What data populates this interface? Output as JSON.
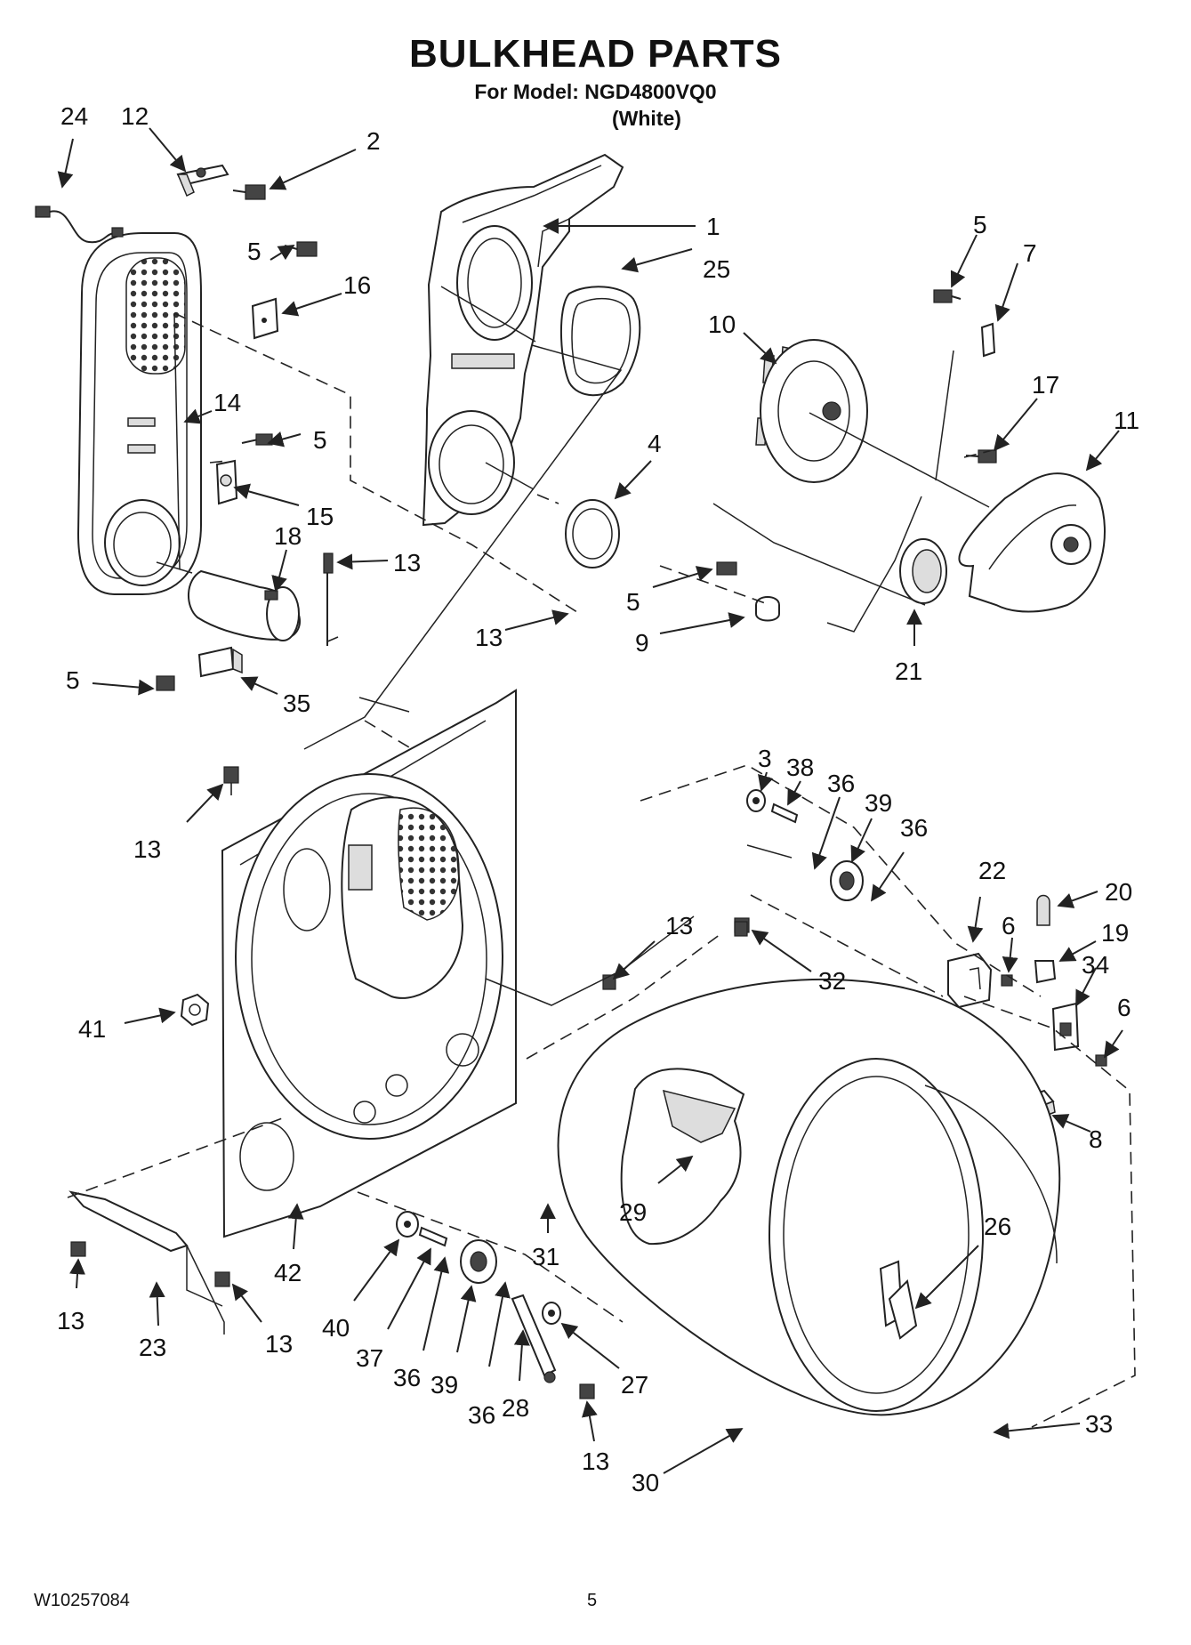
{
  "header": {
    "title": "BULKHEAD PARTS",
    "model_line": "For Model: NGD4800VQ0",
    "color_line": "(White)"
  },
  "footer": {
    "doc_number": "W10257084",
    "page_number": "5"
  },
  "callouts": [
    {
      "id": "c24a",
      "label": "24"
    },
    {
      "id": "c12",
      "label": "12"
    },
    {
      "id": "c2",
      "label": "2"
    },
    {
      "id": "c1",
      "label": "1"
    },
    {
      "id": "c25",
      "label": "25"
    },
    {
      "id": "c5a",
      "label": "5"
    },
    {
      "id": "c16",
      "label": "16"
    },
    {
      "id": "c14",
      "label": "14"
    },
    {
      "id": "c5b",
      "label": "5"
    },
    {
      "id": "c15",
      "label": "15"
    },
    {
      "id": "c18",
      "label": "18"
    },
    {
      "id": "c13a",
      "label": "13"
    },
    {
      "id": "c13b",
      "label": "13"
    },
    {
      "id": "c5c",
      "label": "5"
    },
    {
      "id": "c35",
      "label": "35"
    },
    {
      "id": "c4",
      "label": "4"
    },
    {
      "id": "c10",
      "label": "10"
    },
    {
      "id": "c5d",
      "label": "5"
    },
    {
      "id": "c7",
      "label": "7"
    },
    {
      "id": "c17",
      "label": "17"
    },
    {
      "id": "c11",
      "label": "11"
    },
    {
      "id": "c5e",
      "label": "5"
    },
    {
      "id": "c9",
      "label": "9"
    },
    {
      "id": "c21",
      "label": "21"
    },
    {
      "id": "c13c",
      "label": "13"
    },
    {
      "id": "c3",
      "label": "3"
    },
    {
      "id": "c38",
      "label": "38"
    },
    {
      "id": "c36a",
      "label": "36"
    },
    {
      "id": "c39a",
      "label": "39"
    },
    {
      "id": "c36b",
      "label": "36"
    },
    {
      "id": "c22",
      "label": "22"
    },
    {
      "id": "c20",
      "label": "20"
    },
    {
      "id": "c6a",
      "label": "6"
    },
    {
      "id": "c19",
      "label": "19"
    },
    {
      "id": "c34",
      "label": "34"
    },
    {
      "id": "c6b",
      "label": "6"
    },
    {
      "id": "c13d",
      "label": "13"
    },
    {
      "id": "c32",
      "label": "32"
    },
    {
      "id": "c41",
      "label": "41"
    },
    {
      "id": "c8",
      "label": "8"
    },
    {
      "id": "c29",
      "label": "29"
    },
    {
      "id": "c26",
      "label": "26"
    },
    {
      "id": "c31",
      "label": "31"
    },
    {
      "id": "c42",
      "label": "42"
    },
    {
      "id": "c13e",
      "label": "13"
    },
    {
      "id": "c23",
      "label": "23"
    },
    {
      "id": "c13f",
      "label": "13"
    },
    {
      "id": "c40",
      "label": "40"
    },
    {
      "id": "c37",
      "label": "37"
    },
    {
      "id": "c36c",
      "label": "36"
    },
    {
      "id": "c39b",
      "label": "39"
    },
    {
      "id": "c36d",
      "label": "36"
    },
    {
      "id": "c28",
      "label": "28"
    },
    {
      "id": "c27",
      "label": "27"
    },
    {
      "id": "c13g",
      "label": "13"
    },
    {
      "id": "c33",
      "label": "33"
    },
    {
      "id": "c30",
      "label": "30"
    }
  ]
}
